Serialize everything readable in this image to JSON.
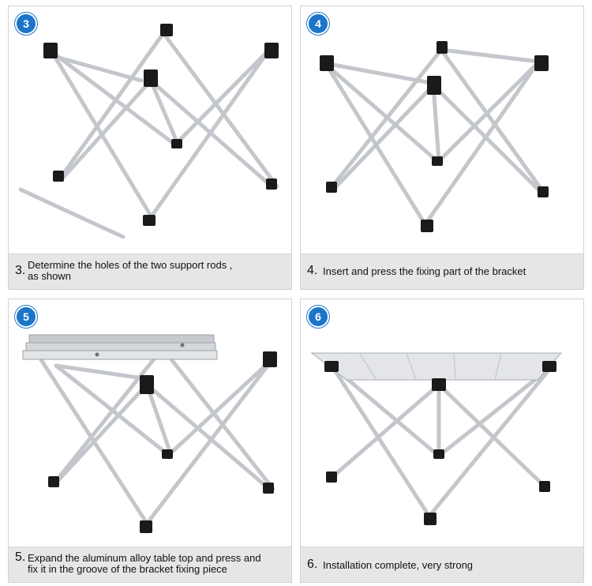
{
  "colors": {
    "badge": "#1d75c9",
    "caption_bg": "#e6e6e6",
    "frame": "#c9ccd0",
    "cap": "#1a1a1a",
    "top": "#d9dbde"
  },
  "steps": [
    {
      "badge": "3",
      "num": "3.",
      "lines": [
        "Determine the holes of the two support rods ,",
        " as shown"
      ]
    },
    {
      "badge": "4",
      "num": "4.",
      "lines": [
        "Insert and press  the fixing part of the bracket"
      ]
    },
    {
      "badge": "5",
      "num": "5.",
      "lines": [
        "Expand the aluminum alloy table top and press and",
        "fix it in the groove of the bracket fixing piece"
      ]
    },
    {
      "badge": "6",
      "num": "6.",
      "lines": [
        "Installation complete, very strong"
      ]
    }
  ]
}
